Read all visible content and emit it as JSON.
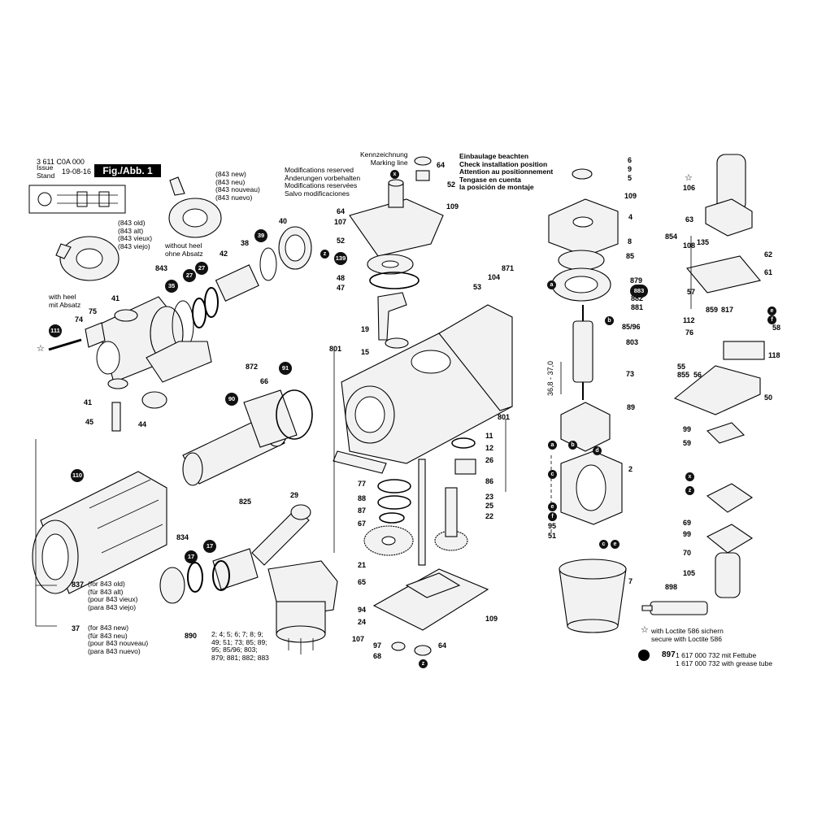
{
  "header": {
    "part_no": "3 611 C0A 000",
    "issue_label": "Issue\nStand",
    "issue_date": "19-08-16",
    "fig_label": "Fig./Abb. 1"
  },
  "notes": {
    "modifications": "Modifications reserved\nÄnderungen vorbehalten\nModifications reservées\nSalvo modificaciones",
    "marking_line": "Kennzeichnung\nMarking line",
    "installation": "Einbaulage beachten\nCheck installation position\nAttention au positionnement\nTengase en cuenta\nla posición de montaje",
    "new_843": "(843 new)\n(843 neu)\n(843 nouveau)\n(843 nuevo)",
    "old_843": "(843 old)\n(843 alt)\n(843 vieux)\n(843 viejo)",
    "without_heel": "without heel\nohne Absatz",
    "with_heel": "with heel\nmit Absatz",
    "dim_text": "36,8 - 37,0",
    "label_837": "(for 843 old)\n(für 843 alt)\n(pour 843 vieux)\n(para 843 viejo)",
    "label_37": "(for 843 new)\n(für 843 neu)\n(pour 843 nouveau)\n(para 843 nuevo)",
    "label_890_list": "2; 4; 5; 6; 7; 8; 9;\n49; 51; 73; 85; 89;\n95; 85/96; 803;\n879; 881; 882; 883",
    "loctite": "with Loctite 586 sichern\nsecure with Loctite 586",
    "grease_number": "897",
    "grease": "1 617 000 732 mit Fettube\n1 617 000 732 with grease tube",
    "star": "☆"
  },
  "numbers": {
    "n64a": "64",
    "n52a": "52",
    "n6": "6",
    "n9": "9",
    "n5": "5",
    "n109a": "109",
    "n4": "4",
    "n106": "106",
    "n63": "63",
    "n854": "854",
    "n108": "108",
    "n135": "135",
    "n62": "62",
    "n61": "61",
    "n57": "57",
    "n112": "112",
    "n76": "76",
    "n859": "859",
    "n817": "817",
    "n58": "58",
    "n118": "118",
    "n55": "55",
    "n855": "855",
    "n56": "56",
    "n50": "50",
    "n99a": "99",
    "n59": "59",
    "n69": "69",
    "n99b": "99",
    "n70": "70",
    "n105": "105",
    "n898": "898",
    "n8": "8",
    "n85": "85",
    "n879": "879",
    "n883": "883",
    "n882": "882",
    "n881": "881",
    "n8596": "85/96",
    "n803": "803",
    "n73": "73",
    "n89": "89",
    "n2": "2",
    "n95": "95",
    "n51": "51",
    "n7": "7",
    "n871": "871",
    "n53": "53",
    "n104": "104",
    "n801a": "801",
    "n801b": "801",
    "n15": "15",
    "n19": "19",
    "n48": "48",
    "n47": "47",
    "n52b": "52",
    "n64b": "64",
    "n107a": "107",
    "n109b": "109",
    "n11": "11",
    "n12": "12",
    "n26": "26",
    "n86": "86",
    "n23": "23",
    "n25": "25",
    "n22": "22",
    "n77": "77",
    "n88": "88",
    "n87": "87",
    "n67": "67",
    "n21": "21",
    "n65": "65",
    "n94": "94",
    "n24": "24",
    "n107b": "107",
    "n97": "97",
    "n68": "68",
    "n64c": "64",
    "n109c": "109",
    "n40": "40",
    "n38": "38",
    "n42": "42",
    "n843": "843",
    "n41a": "41",
    "n75": "75",
    "n74": "74",
    "n41b": "41",
    "n45": "45",
    "n44": "44",
    "n872": "872",
    "n66": "66",
    "n825": "825",
    "n29": "29",
    "n834": "834",
    "n837": "837",
    "n37": "37",
    "n890": "890"
  },
  "circled": {
    "c139": "139",
    "c39": "39",
    "c35": "35",
    "c27a": "27",
    "c27b": "27",
    "c111": "111",
    "c90": "90",
    "c91": "91",
    "c110": "110",
    "c17a": "17",
    "c17b": "17",
    "c883": "883"
  },
  "letters": {
    "x1": "x",
    "z1": "z",
    "z2": "z",
    "a1": "a",
    "b1": "b",
    "a2": "a",
    "b2": "b",
    "d1": "d",
    "c1": "c",
    "e1": "e",
    "f1": "f",
    "c2": "c",
    "e2": "e",
    "x2": "x",
    "z3": "z",
    "e3": "e",
    "f2": "f"
  }
}
